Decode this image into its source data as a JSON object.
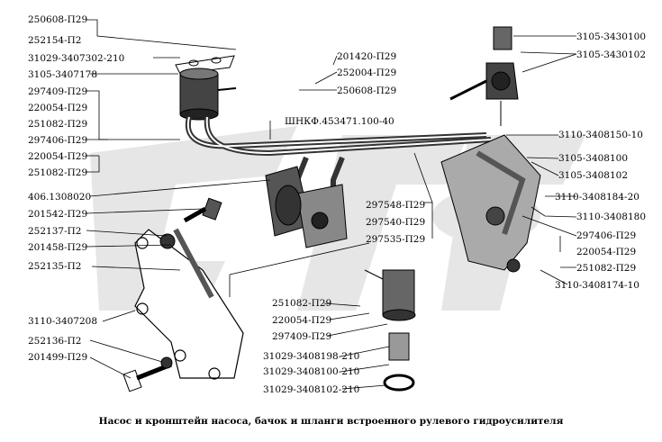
{
  "labels": {
    "l01": "250608-П29",
    "l02": "252154-П2",
    "l03": "31029-3407302-210",
    "l04": "3105-3407178",
    "l05": "297409-П29",
    "l06": "220054-П29",
    "l07": "251082-П29",
    "l08": "297406-П29",
    "l09": "220054-П29",
    "l10": "251082-П29",
    "l11": "406.1308020",
    "l12": "201542-П29",
    "l13": "252137-П2",
    "l14": "201458-П29",
    "l15": "252135-П2",
    "l16": "3110-3407208",
    "l17": "252136-П2",
    "l18": "201499-П29",
    "l19": "201420-П29",
    "l20": "252004-П29",
    "l21": "250608-П29",
    "l22": "ШНКФ.453471.100-40",
    "l23": "297548-П29",
    "l24": "297540-П29",
    "l25": "297535-П29",
    "l26": "251082-П29",
    "l27": "220054-П29",
    "l28": "297409-П29",
    "l29": "31029-3408198-210",
    "l30": "31029-3408100-210",
    "l31": "31029-3408102-210",
    "l32": "3105-3430100",
    "l33": "3105-3430102",
    "l34": "3110-3408150-10",
    "l35": "3105-3408100",
    "l36": "3105-3408102",
    "l37": "3110-3408184-20",
    "l38": "3110-3408180",
    "l39": "297406-П29",
    "l40": "220054-П29",
    "l41": "251082-П29",
    "l42": "3110-3408174-10"
  },
  "caption": "Насос и кронштейн насоса, бачок и шланги встроенного рулевого гидроусилителя"
}
